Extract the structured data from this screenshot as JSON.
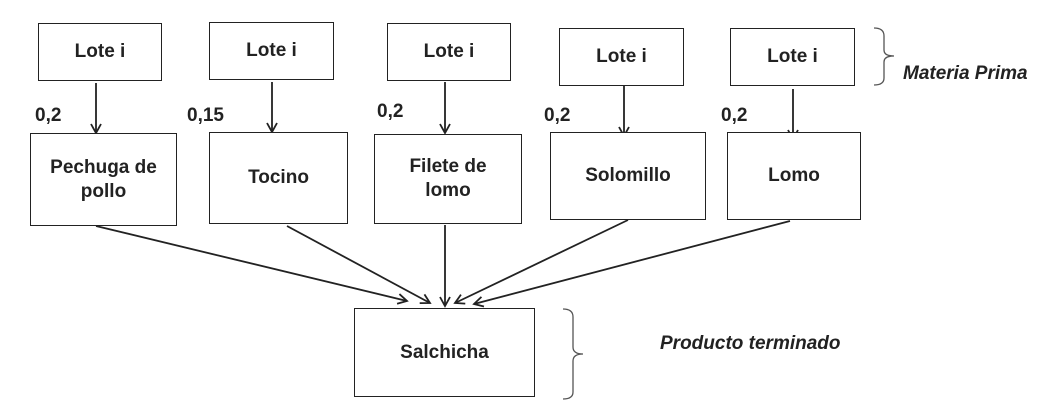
{
  "diagram": {
    "raw_materials": [
      {
        "lot_label": "Lote i",
        "quantity": "0,2",
        "name": "Pechuga de pollo"
      },
      {
        "lot_label": "Lote i",
        "quantity": "0,15",
        "name": "Tocino"
      },
      {
        "lot_label": "Lote i",
        "quantity": "0,2",
        "name": "Filete de lomo"
      },
      {
        "lot_label": "Lote i",
        "quantity": "0,2",
        "name": "Solomillo"
      },
      {
        "lot_label": "Lote i",
        "quantity": "0,2",
        "name": "Lomo"
      }
    ],
    "product": "Salchicha",
    "category_raw": "Materia Prima",
    "category_product": "Producto terminado"
  }
}
